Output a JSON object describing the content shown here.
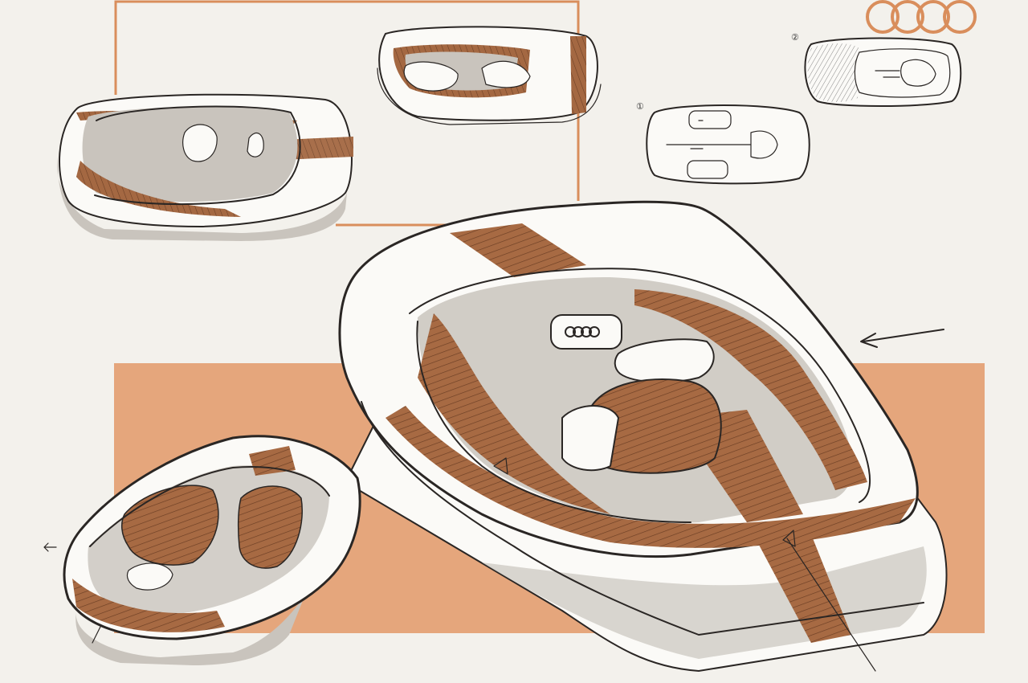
{
  "colors": {
    "background": "#f3f1ec",
    "accent_orange": "#e5a67c",
    "frame_orange": "#d98e5c",
    "wood": "#a76a43",
    "wood_dark": "#7d4a2c",
    "ink": "#2a2624"
  },
  "annotations": {
    "view_1_number": "①",
    "view_2_number": "②"
  },
  "icons": [
    "audi-rings-logo",
    "arrow-left-icon"
  ]
}
